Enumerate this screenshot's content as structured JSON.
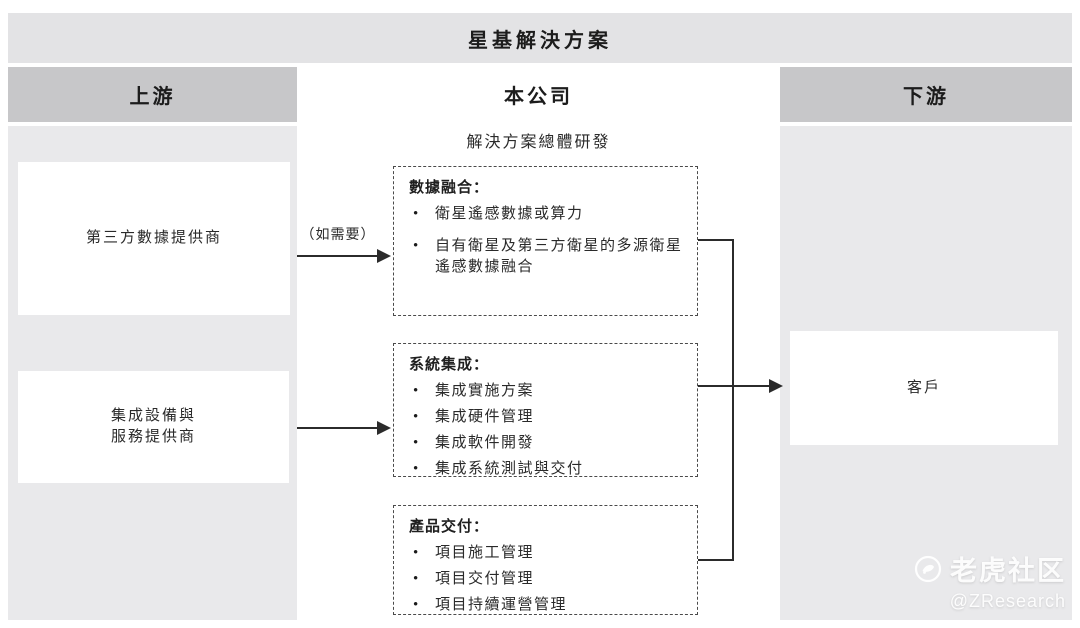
{
  "banner": {
    "title": "星基解決方案"
  },
  "upstream": {
    "header": "上游",
    "provider1": "第三方數據提供商",
    "provider2": "集成設備與\n服務提供商"
  },
  "company": {
    "header": "本公司",
    "subtitle": "解決方案總體研發",
    "process_boxes": [
      {
        "title": "數據融合：",
        "items": [
          "衛星遙感數據或算力",
          "自有衛星及第三方衛星的多源衛星遙感數據融合"
        ]
      },
      {
        "title": "系統集成：",
        "items": [
          "集成實施方案",
          "集成硬件管理",
          "集成軟件開發",
          "集成系統測試與交付"
        ]
      },
      {
        "title": "產品交付：",
        "items": [
          "項目施工管理",
          "項目交付管理",
          "項目持續運營管理"
        ]
      }
    ]
  },
  "downstream": {
    "header": "下游",
    "customer": "客戶"
  },
  "annotations": {
    "arrow1_label": "（如需要）"
  },
  "watermark": {
    "community": "老虎社区",
    "author": "@ZResearch"
  },
  "colors": {
    "banner_gray": "#e3e3e5",
    "header_gray": "#c7c7c9",
    "panel_gray": "#e9e9eb",
    "line": "#2b2b2b",
    "text": "#222222"
  }
}
